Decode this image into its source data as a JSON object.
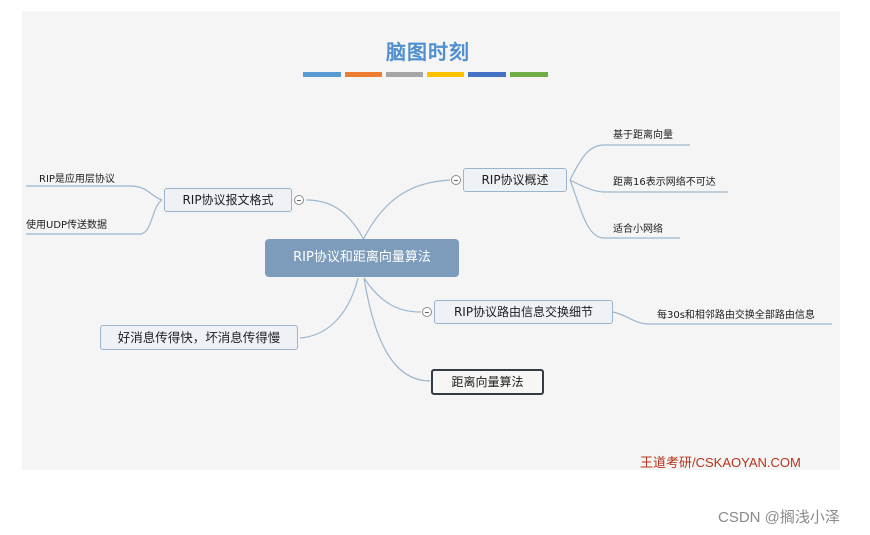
{
  "title": "脑图时刻",
  "title_bar_colors": [
    "#5b9bd5",
    "#ed7d31",
    "#a5a5a5",
    "#ffc000",
    "#4472c4",
    "#70ad47"
  ],
  "root": {
    "label": "RIP协议和距离向量算法"
  },
  "nodes": {
    "overview": {
      "label": "RIP协议概述",
      "leaves": [
        "基于距离向量",
        "距离16表示网络不可达",
        "适合小网络"
      ]
    },
    "format": {
      "label": "RIP协议报文格式",
      "leaves": [
        "RIP是应用层协议",
        "使用UDP传送数据"
      ]
    },
    "exchange": {
      "label": "RIP协议路由信息交换细节",
      "leaves": [
        "每30s和相邻路由交换全部路由信息"
      ]
    },
    "news": {
      "label": "好消息传得快，坏消息传得慢"
    },
    "algorithm": {
      "label": "距离向量算法"
    }
  },
  "colors": {
    "link": "#9db6cf",
    "root_fill": "#7d9cbb",
    "title": "#4f8fd0",
    "brand": "#b8331c"
  },
  "brand": "王道考研/CSKAOYAN.COM",
  "watermark": "CSDN @搁浅小泽"
}
